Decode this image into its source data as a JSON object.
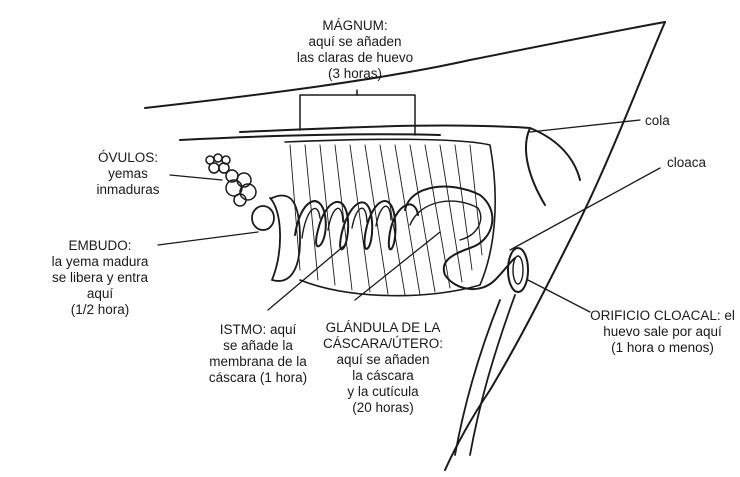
{
  "diagram": {
    "style": {
      "ink": "#1a1a1a",
      "background": "#ffffff"
    },
    "labels": {
      "magnum": "MÁGNUM:\naquí se añaden\nlas claras de huevo\n(3 horas)",
      "ovulos": "ÓVULOS:\nyemas\ninmaduras",
      "embudo": "EMBUDO:\nla yema madura\nse libera y entra\naquí\n(1/2 hora)",
      "istmo": "ISTMO: aquí\nse añade la\nmembrana de la\ncáscara (1 hora)",
      "glandula": "GLÁNDULA DE LA\nCÁSCARA/ÚTERO:\naquí se añaden\nla cáscara\ny la cutícula\n(20 horas)",
      "cola": "cola",
      "cloaca": "cloaca",
      "orificio": "ORIFICIO CLOACAL: el\nhuevo sale por aquí\n(1 hora o menos)"
    }
  }
}
